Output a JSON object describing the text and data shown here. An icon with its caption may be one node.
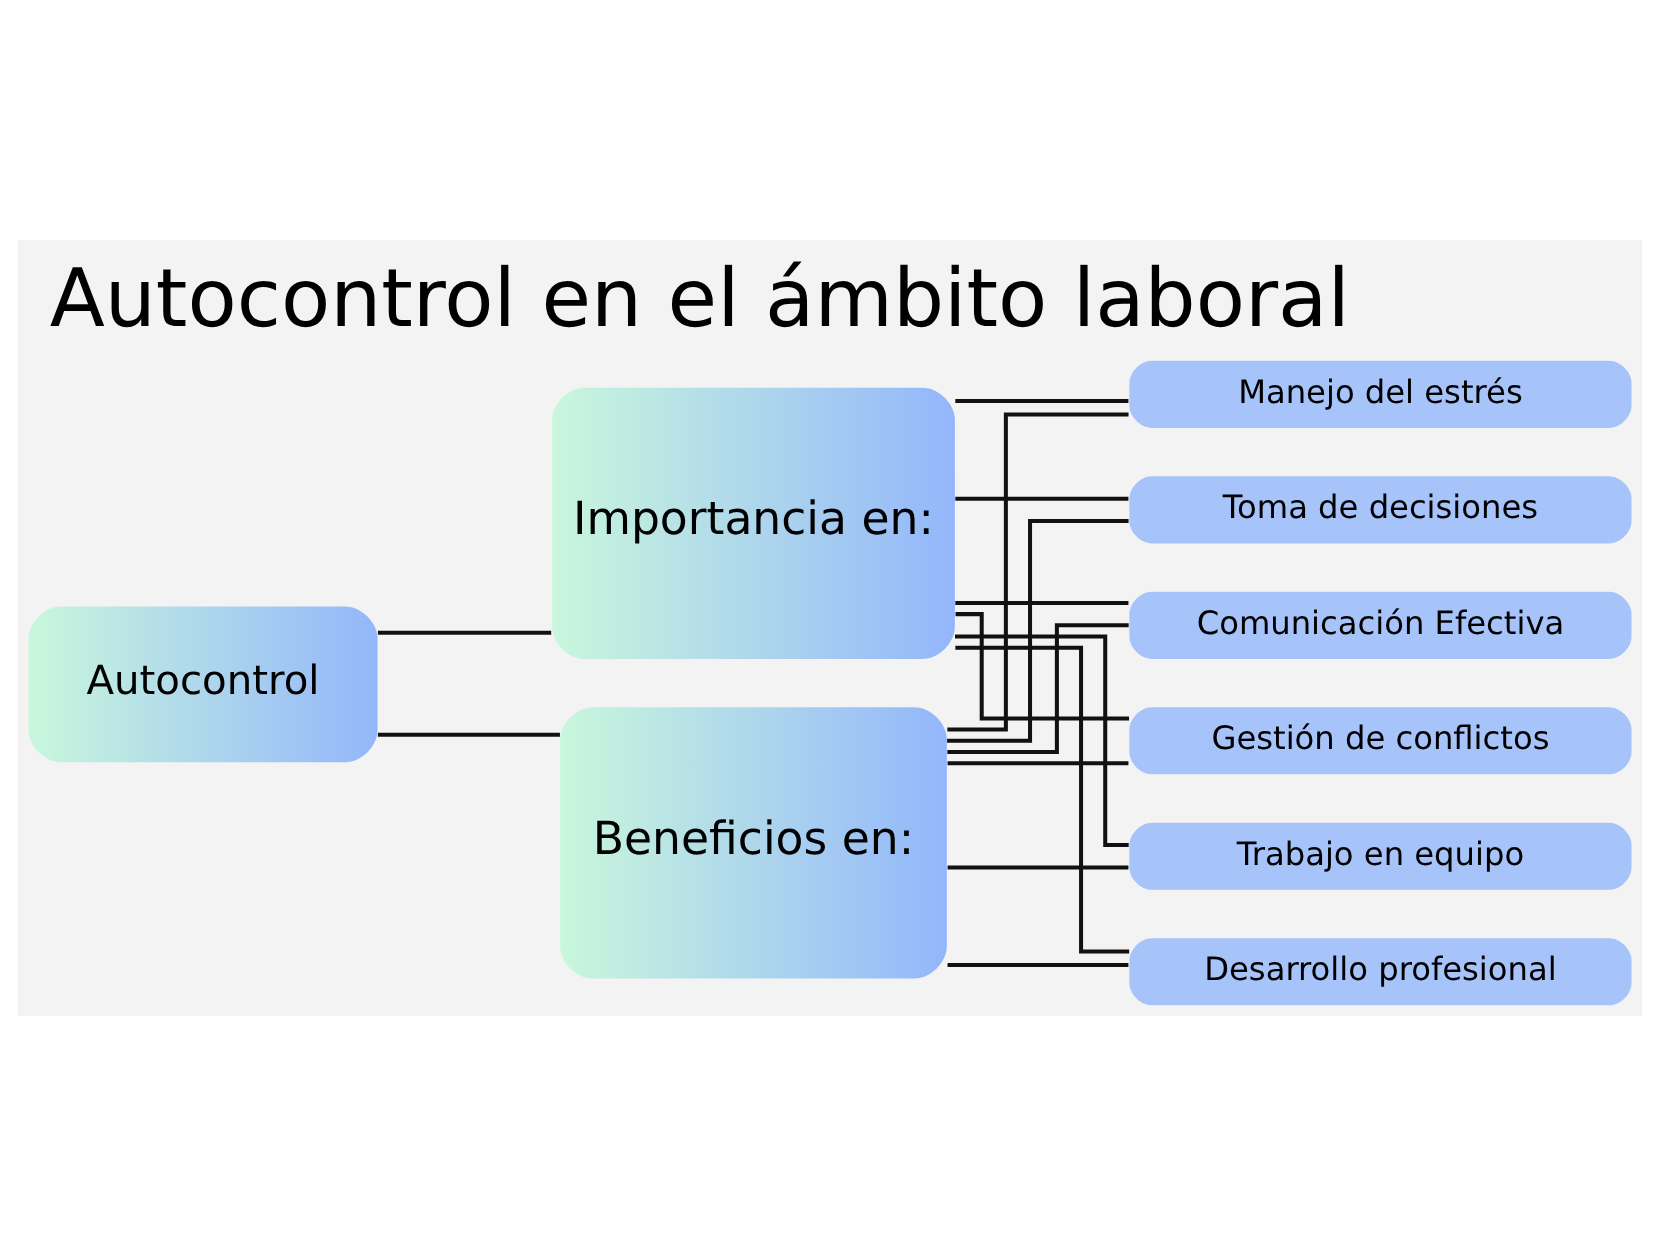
{
  "diagram": {
    "title": "Autocontrol en el ámbito laboral",
    "nodes": [
      {
        "text": [
          "Autocontrol"
        ]
      },
      {
        "text": [
          "Importancia en:"
        ]
      },
      {
        "text": [
          "Beneficios en:"
        ]
      },
      {
        "text": [
          "Manejo del estrés"
        ]
      },
      {
        "text": [
          "Toma de decisiones"
        ]
      },
      {
        "text": [
          "Comunicación Efectiva"
        ]
      },
      {
        "text": [
          "Gestión de conflictos"
        ]
      },
      {
        "text": [
          "Trabajo en equipo"
        ]
      },
      {
        "text": [
          "Desarrollo profesional"
        ]
      }
    ],
    "edges": [
      {
        "from": 0,
        "to": 1,
        "arrow": "none"
      },
      {
        "from": 0,
        "to": 2,
        "arrow": "none"
      },
      {
        "from": 1,
        "to": 3,
        "arrow": "none"
      },
      {
        "from": 1,
        "to": 4,
        "arrow": "none"
      },
      {
        "from": 1,
        "to": 5,
        "arrow": "none"
      },
      {
        "from": 1,
        "to": 6,
        "arrow": "none"
      },
      {
        "from": 1,
        "to": 7,
        "arrow": "none"
      },
      {
        "from": 1,
        "to": 8,
        "arrow": "none"
      },
      {
        "from": 2,
        "to": 3,
        "arrow": "none"
      },
      {
        "from": 2,
        "to": 4,
        "arrow": "none"
      },
      {
        "from": 2,
        "to": 5,
        "arrow": "none"
      },
      {
        "from": 2,
        "to": 6,
        "arrow": "none"
      },
      {
        "from": 2,
        "to": 7,
        "arrow": "none"
      },
      {
        "from": 2,
        "to": 8,
        "arrow": "none"
      }
    ]
  }
}
